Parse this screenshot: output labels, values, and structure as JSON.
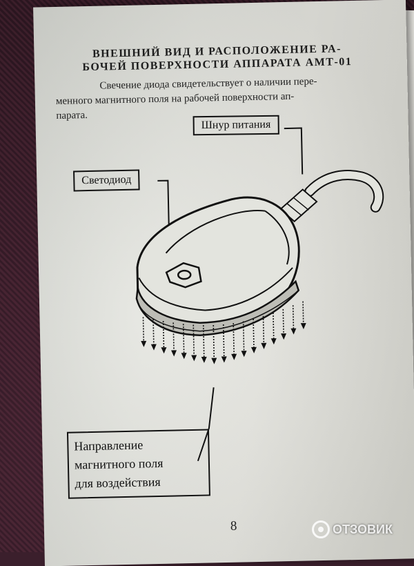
{
  "document": {
    "title_lines": [
      "ВНЕШНИЙ ВИД И РАСПОЛОЖЕНИЕ РА-",
      "БОЧЕЙ ПОВЕРХНОСТИ АППАРАТА АМТ-01"
    ],
    "paragraph_lines": [
      "Свечение диода свидетельствует о наличии пере-",
      "менного магнитного поля на рабочей поверхности ап-",
      "парата."
    ],
    "callouts": {
      "power_cord": "Шнур питания",
      "led": "Светодиод",
      "field_direction_lines": [
        "Направление",
        "магнитного поля",
        "для воздействия"
      ]
    },
    "page_number": "8"
  },
  "watermark": {
    "text": "ОТЗОВИК",
    "icon": "otzovik-logo-icon"
  },
  "colors": {
    "paper": "#e3e4de",
    "ink": "#111111",
    "background": "#3b1f2c"
  }
}
